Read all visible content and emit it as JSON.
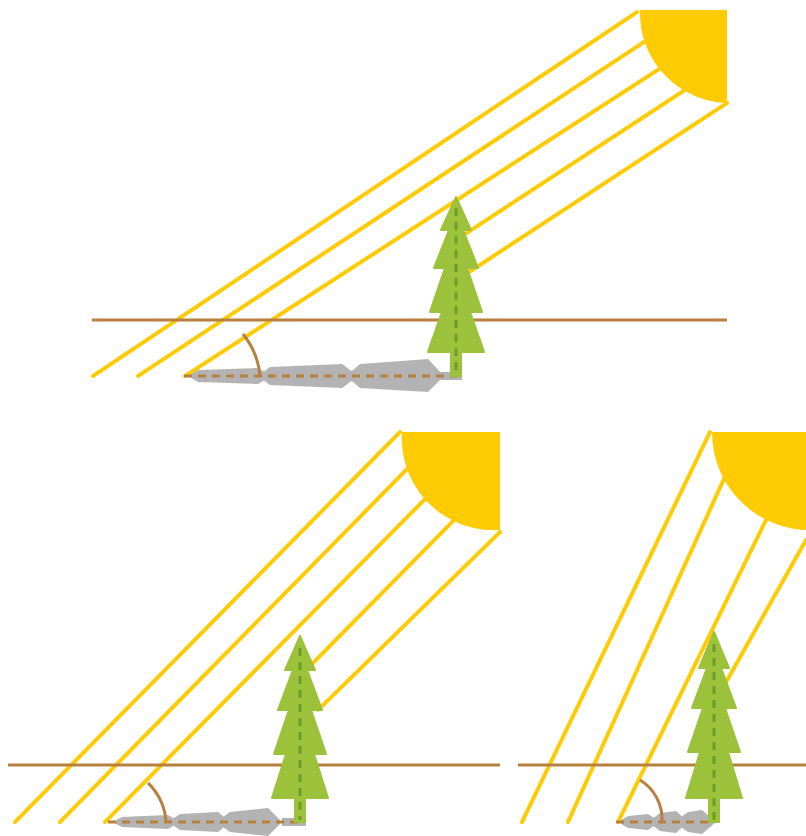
{
  "colors": {
    "sun": "#FFCB05",
    "rays": "#FFCB05",
    "ground": "#B8803E",
    "angle_arc": "#B8803E",
    "shadow_line": "#B8803E",
    "tree": "#9CC13A",
    "tree_trunk_dash": "#6E9B2A",
    "shadow": "#B3B3B3",
    "background": "#FFFFFF"
  },
  "panels": [
    {
      "id": "panel-top",
      "sun_elevation": "low"
    },
    {
      "id": "panel-bottom-left",
      "sun_elevation": "medium"
    },
    {
      "id": "panel-bottom-right",
      "sun_elevation": "high"
    }
  ]
}
